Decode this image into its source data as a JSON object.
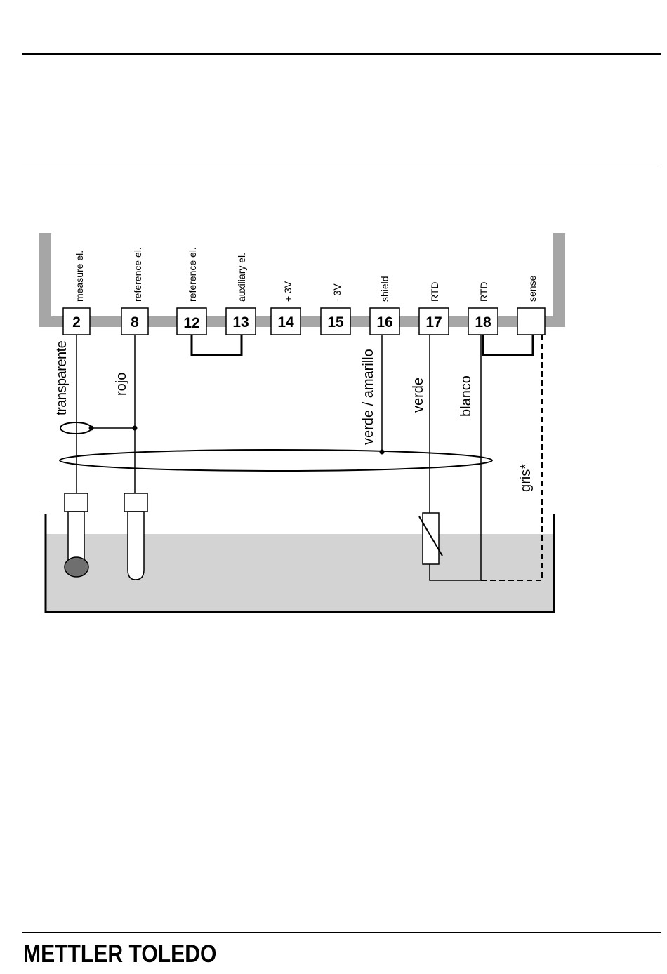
{
  "terminals": [
    {
      "number": "2",
      "label": "measure el."
    },
    {
      "number": "8",
      "label": "reference el."
    },
    {
      "number": "12",
      "label": "reference el."
    },
    {
      "number": "13",
      "label": "auxiliary el."
    },
    {
      "number": "14",
      "label": "+ 3V"
    },
    {
      "number": "15",
      "label": "- 3V"
    },
    {
      "number": "16",
      "label": "shield"
    },
    {
      "number": "17",
      "label": "RTD"
    },
    {
      "number": "18",
      "label": "RTD"
    },
    {
      "number": "",
      "label": "sense"
    }
  ],
  "wires": {
    "transparent": "transparente",
    "red": "rojo",
    "green_yellow": "verde / amarillo",
    "green": "verde",
    "white": "blanco",
    "gray": "gris*"
  },
  "colors": {
    "terminal_strip": "#a6a6a6",
    "liquid": "#d3d3d3",
    "bulb": "#6f6f70"
  },
  "footer": {
    "brand": "METTLER TOLEDO"
  }
}
